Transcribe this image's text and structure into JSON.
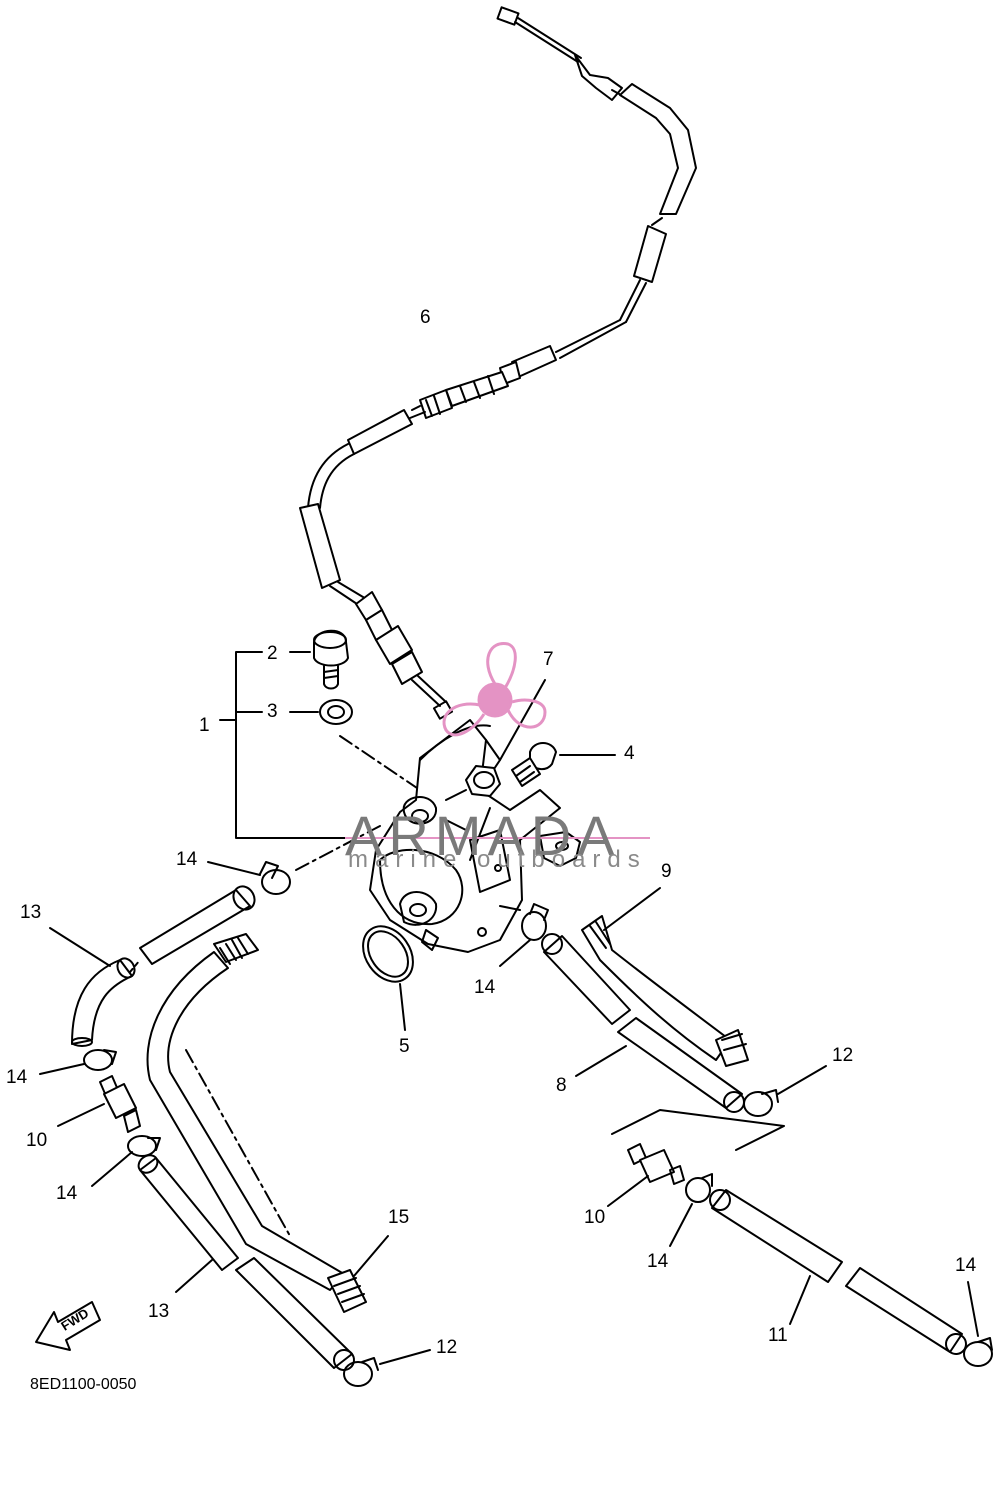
{
  "watermark": {
    "title": "ARMADA",
    "subtitle": "marine outboards",
    "logo_color": "#e493c4"
  },
  "diagram_code": "8ED1100-0050",
  "fwd_label": "FWD",
  "callouts": {
    "c1": "1",
    "c2": "2",
    "c3": "3",
    "c4": "4",
    "c5": "5",
    "c6": "6",
    "c7": "7",
    "c8": "8",
    "c9": "9",
    "c10a": "10",
    "c10b": "10",
    "c11": "11",
    "c12a": "12",
    "c12b": "12",
    "c13a": "13",
    "c13b": "13",
    "c14a": "14",
    "c14b": "14",
    "c14c": "14",
    "c14d": "14",
    "c14e": "14",
    "c14f": "14",
    "c15": "15"
  },
  "parts": [
    {
      "name": "oil-pump-assembly"
    },
    {
      "name": "bolt"
    },
    {
      "name": "washer"
    },
    {
      "name": "bolt"
    },
    {
      "name": "o-ring"
    },
    {
      "name": "oil-pump-cable"
    },
    {
      "name": "nut"
    },
    {
      "name": "oil-hose"
    },
    {
      "name": "oil-hose"
    },
    {
      "name": "one-way-valve"
    },
    {
      "name": "oil-hose"
    },
    {
      "name": "hose-clamp"
    },
    {
      "name": "oil-hose"
    },
    {
      "name": "hose-clamp"
    },
    {
      "name": "oil-hose"
    }
  ]
}
